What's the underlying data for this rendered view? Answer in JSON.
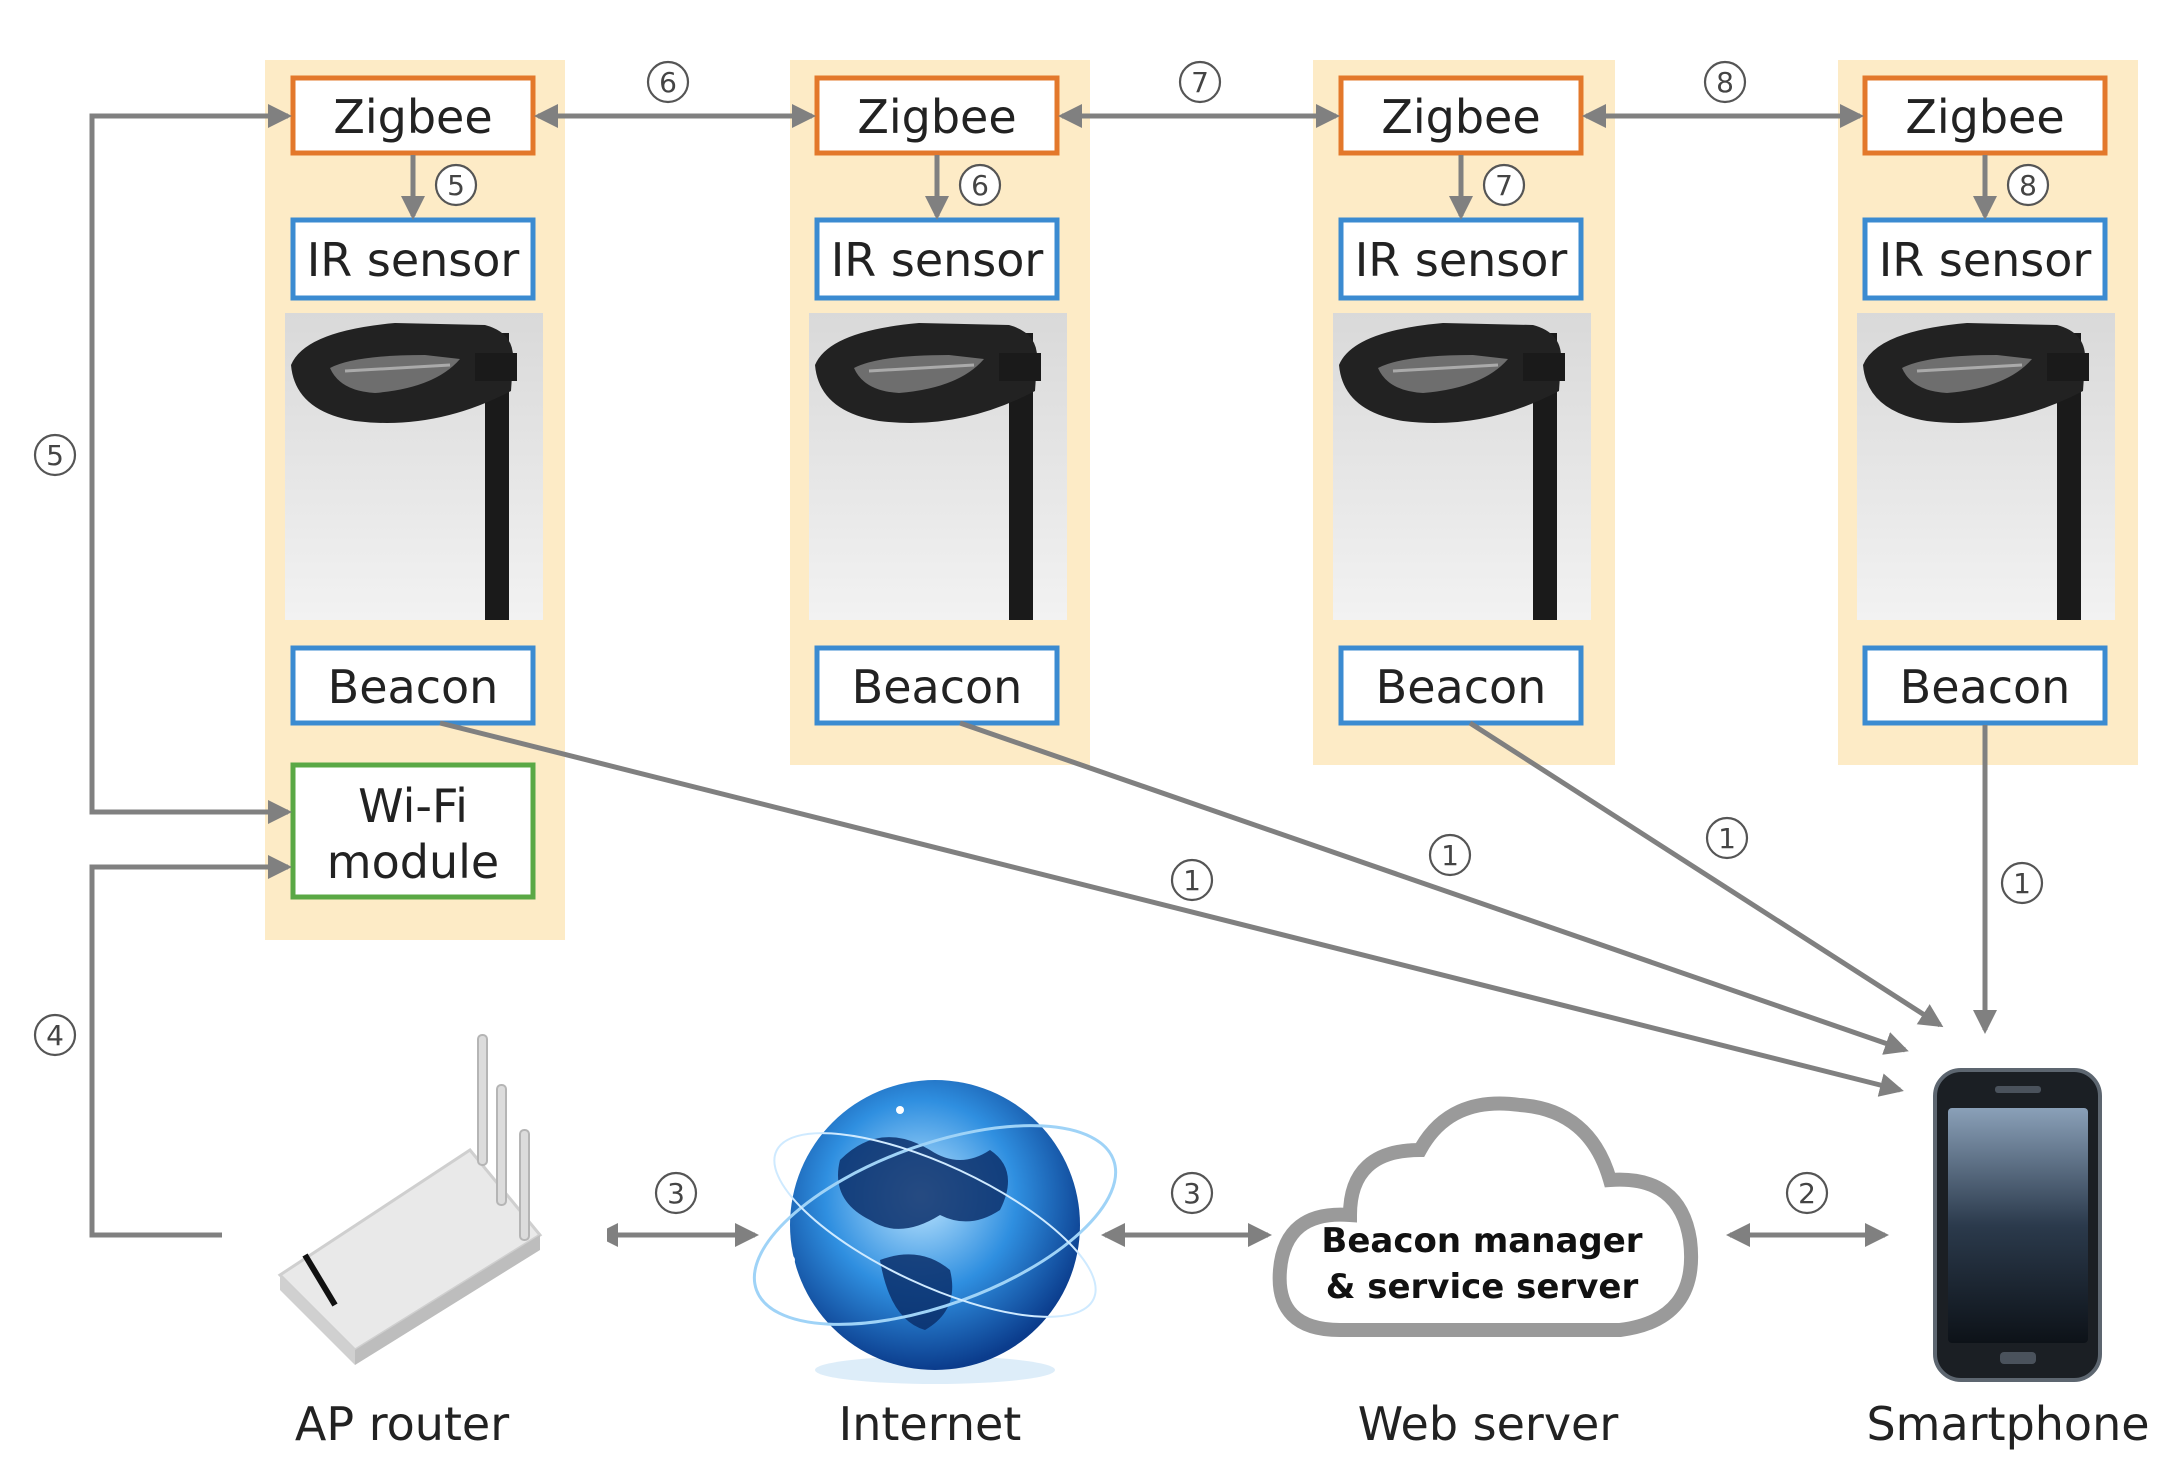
{
  "columns": [
    {
      "zigbee": "Zigbee",
      "ir": "IR sensor",
      "beacon": "Beacon",
      "step_ir": "5",
      "step_link": "6"
    },
    {
      "zigbee": "Zigbee",
      "ir": "IR sensor",
      "beacon": "Beacon",
      "step_ir": "6",
      "step_link": "7"
    },
    {
      "zigbee": "Zigbee",
      "ir": "IR sensor",
      "beacon": "Beacon",
      "step_ir": "7",
      "step_link": "8"
    },
    {
      "zigbee": "Zigbee",
      "ir": "IR sensor",
      "beacon": "Beacon",
      "step_ir": "8"
    }
  ],
  "wifi": {
    "line1": "Wi-Fi",
    "line2": "module"
  },
  "bottom": {
    "ap_router": "AP router",
    "internet": "Internet",
    "web_server": "Web server",
    "smartphone": "Smartphone",
    "cloud_line1": "Beacon manager",
    "cloud_line2": "& service server"
  },
  "steps": {
    "beacon": "1",
    "phone_server": "2",
    "router_internet": "3",
    "internet_server": "3",
    "router_wifi": "4",
    "wifi_zigbee": "5"
  },
  "colors": {
    "column_bg": "#fdebc6",
    "zigbee_border": "#e3782b",
    "sensor_border": "#3b8bd1",
    "wifi_border": "#5aa845",
    "arrow": "#808080"
  }
}
